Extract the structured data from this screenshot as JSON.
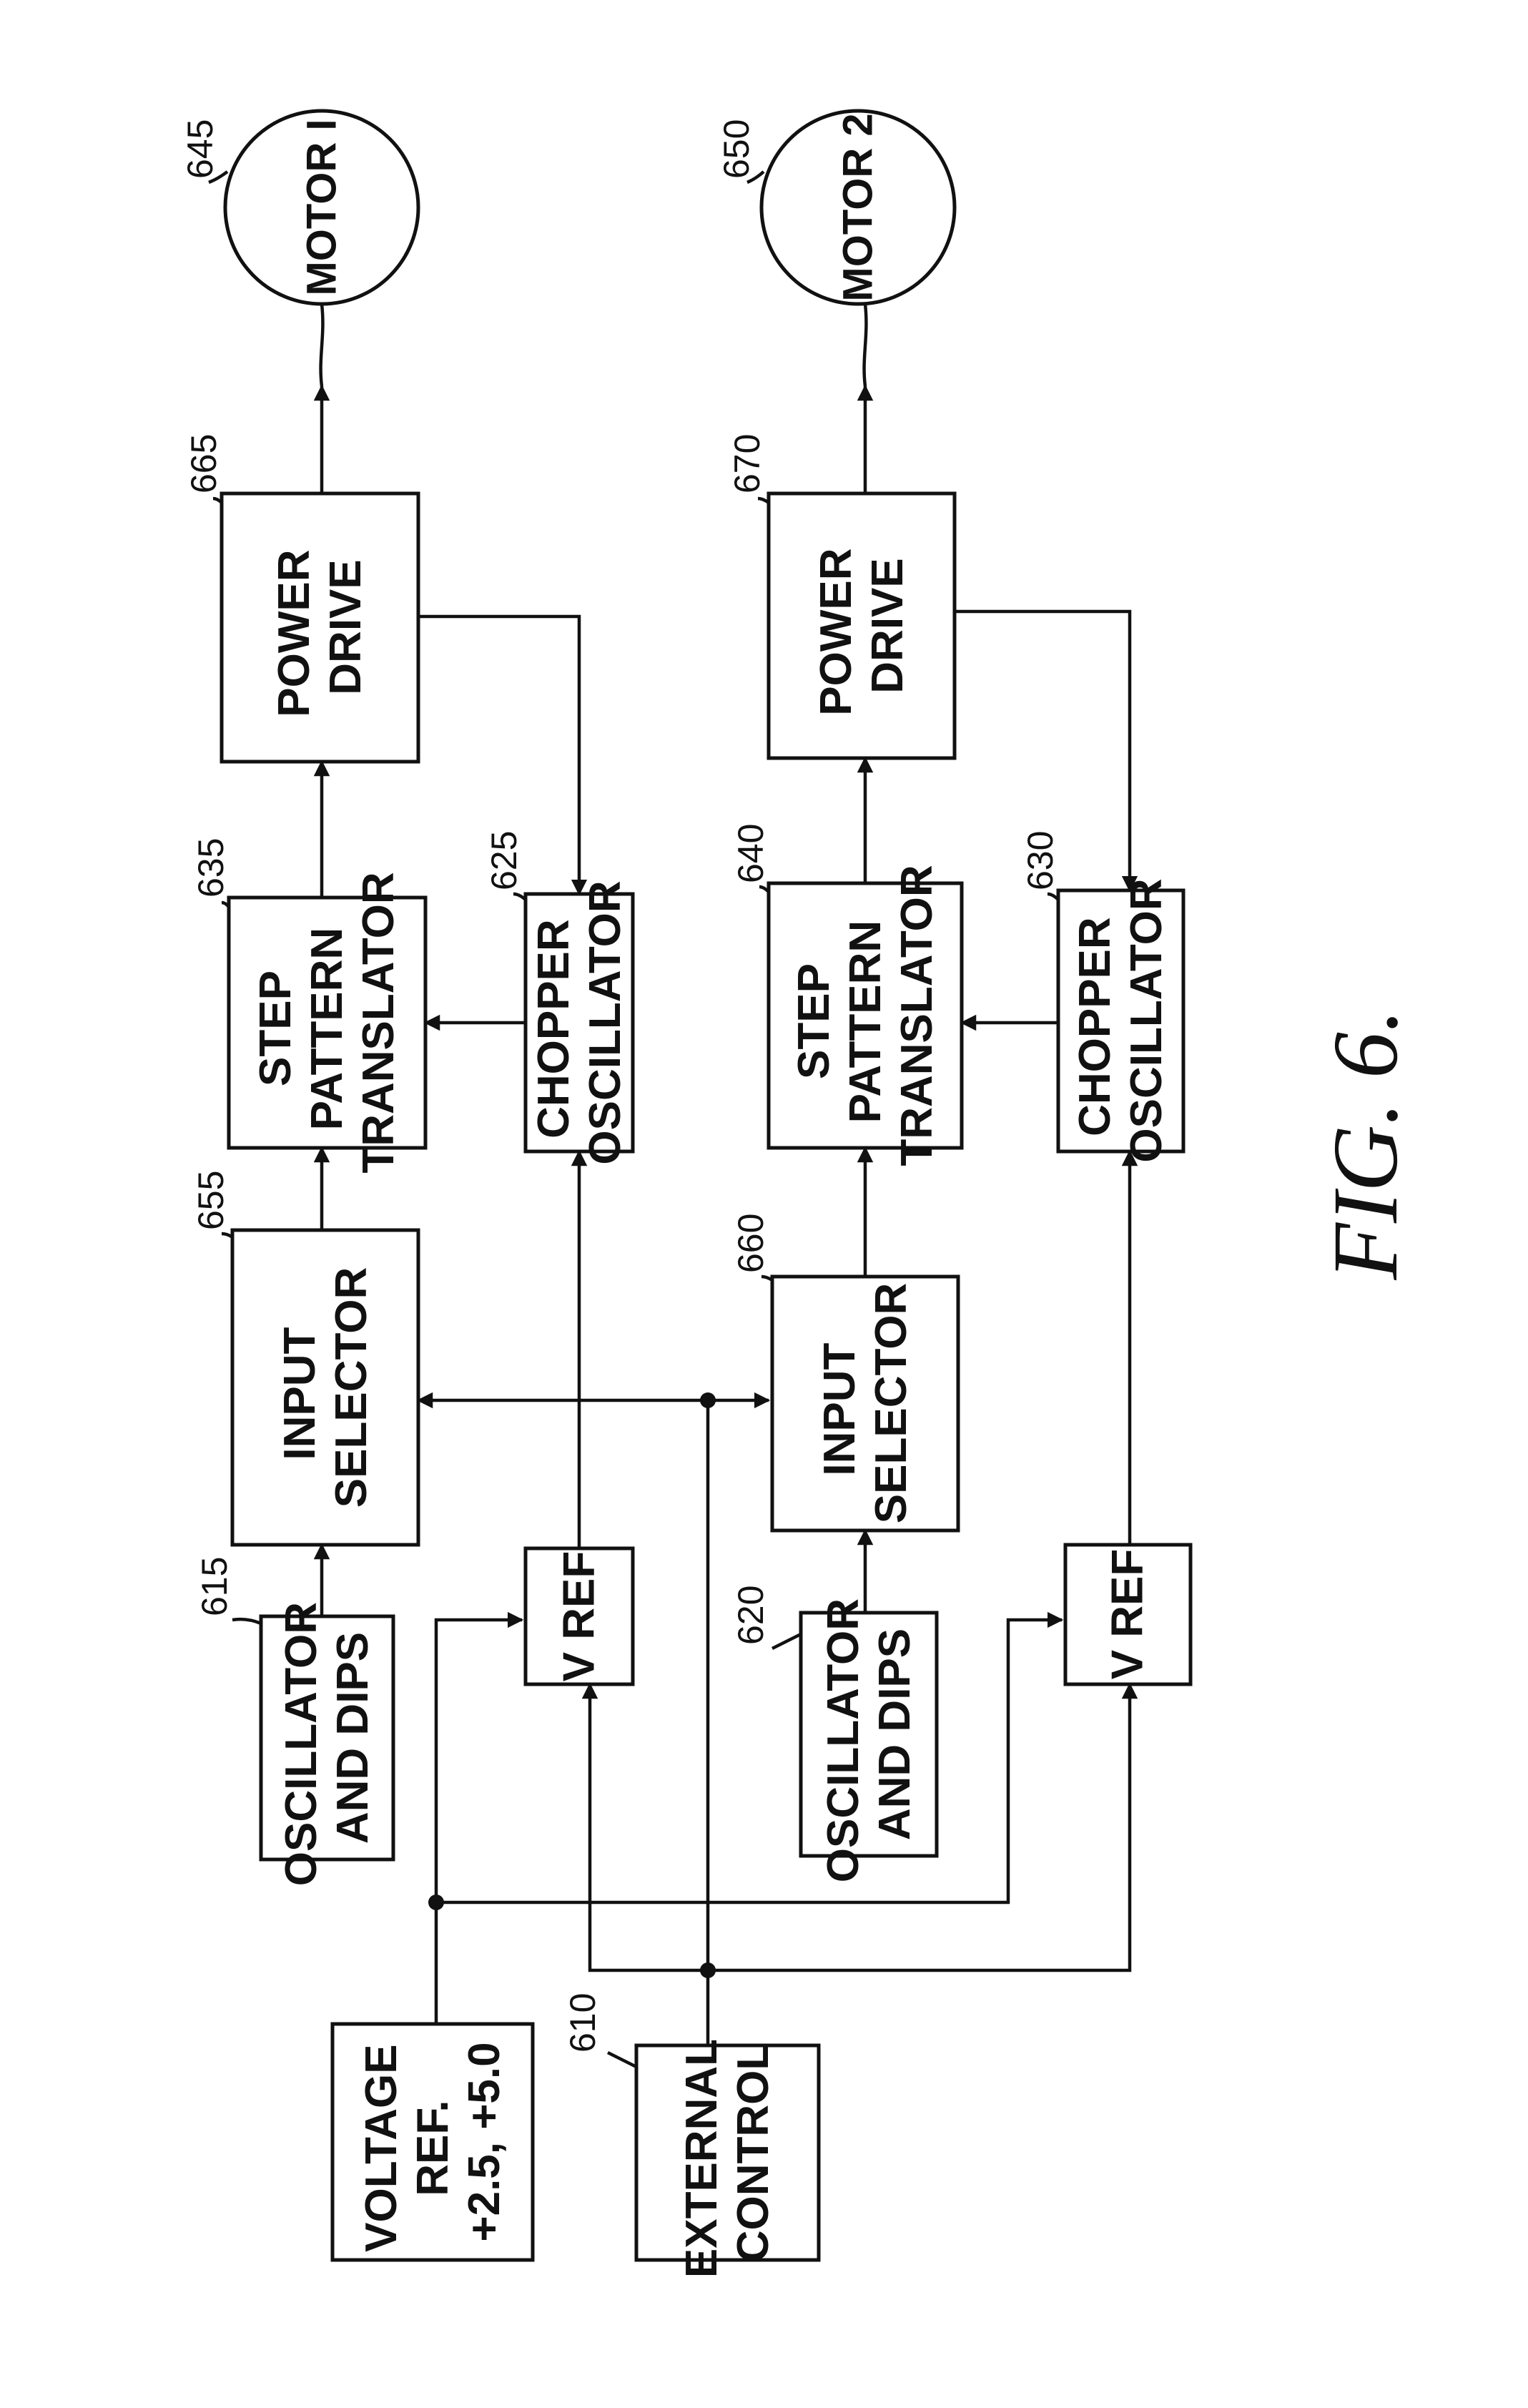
{
  "figure_label": "FIG. 6.",
  "blocks": {
    "voltage_ref": {
      "lines": [
        "VOLTAGE",
        "REF.",
        "+2.5, +5.0"
      ],
      "ref": ""
    },
    "external_control": {
      "lines": [
        "EXTERNAL",
        "CONTROL"
      ],
      "ref": "610"
    },
    "osc1": {
      "lines": [
        "OSCILLATOR",
        "AND DIPS"
      ],
      "ref": "615"
    },
    "osc2": {
      "lines": [
        "OSCILLATOR",
        "AND DIPS"
      ],
      "ref": "620"
    },
    "vref1": {
      "lines": [
        "V REF"
      ],
      "ref": ""
    },
    "vref2": {
      "lines": [
        "V REF"
      ],
      "ref": ""
    },
    "input_sel1": {
      "lines": [
        "INPUT",
        "SELECTOR"
      ],
      "ref": "655"
    },
    "input_sel2": {
      "lines": [
        "INPUT",
        "SELECTOR"
      ],
      "ref": "660"
    },
    "step1": {
      "lines": [
        "STEP",
        "PATTERN",
        "TRANSLATOR"
      ],
      "ref": "635"
    },
    "step2": {
      "lines": [
        "STEP",
        "PATTERN",
        "TRANSLATOR"
      ],
      "ref": "640"
    },
    "chopper1": {
      "lines": [
        "CHOPPER",
        "OSCILLATOR"
      ],
      "ref": "625"
    },
    "chopper2": {
      "lines": [
        "CHOPPER",
        "OSCILLATOR"
      ],
      "ref": "630"
    },
    "power1": {
      "lines": [
        "POWER",
        "DRIVE"
      ],
      "ref": "665"
    },
    "power2": {
      "lines": [
        "POWER",
        "DRIVE"
      ],
      "ref": "670"
    },
    "motor1": {
      "lines": [
        "MOTOR I"
      ],
      "ref": "645"
    },
    "motor2": {
      "lines": [
        "MOTOR 2"
      ],
      "ref": "650"
    }
  }
}
